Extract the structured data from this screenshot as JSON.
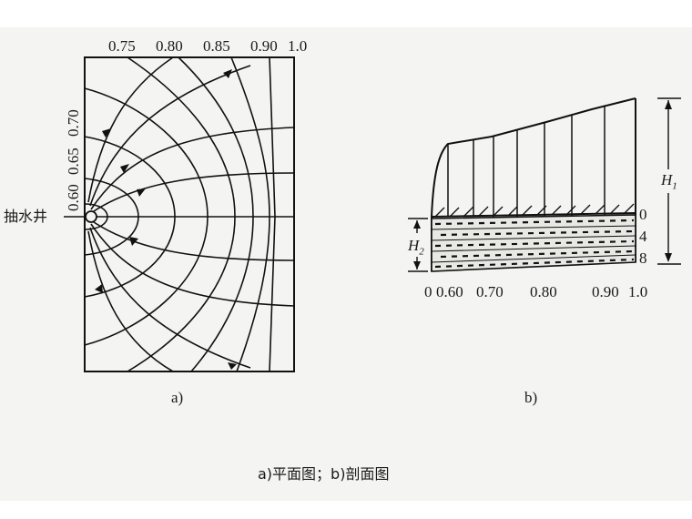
{
  "figure_a": {
    "top_labels": [
      "0.75",
      "0.80",
      "0.85",
      "0.90",
      "1.0"
    ],
    "left_labels": [
      "0.70",
      "0.65",
      "0.60"
    ],
    "well_label": "抽水井",
    "panel_label": "a)"
  },
  "figure_b": {
    "bottom_labels": [
      "0",
      "0.60",
      "0.70",
      "0.80",
      "0.90",
      "1.0"
    ],
    "right_labels": [
      "0",
      "4",
      "8"
    ],
    "H1": "H",
    "H1_sub": "1",
    "H2": "H",
    "H2_sub": "2",
    "panel_label": "b)"
  },
  "caption": "a)平面图；b)剖面图"
}
